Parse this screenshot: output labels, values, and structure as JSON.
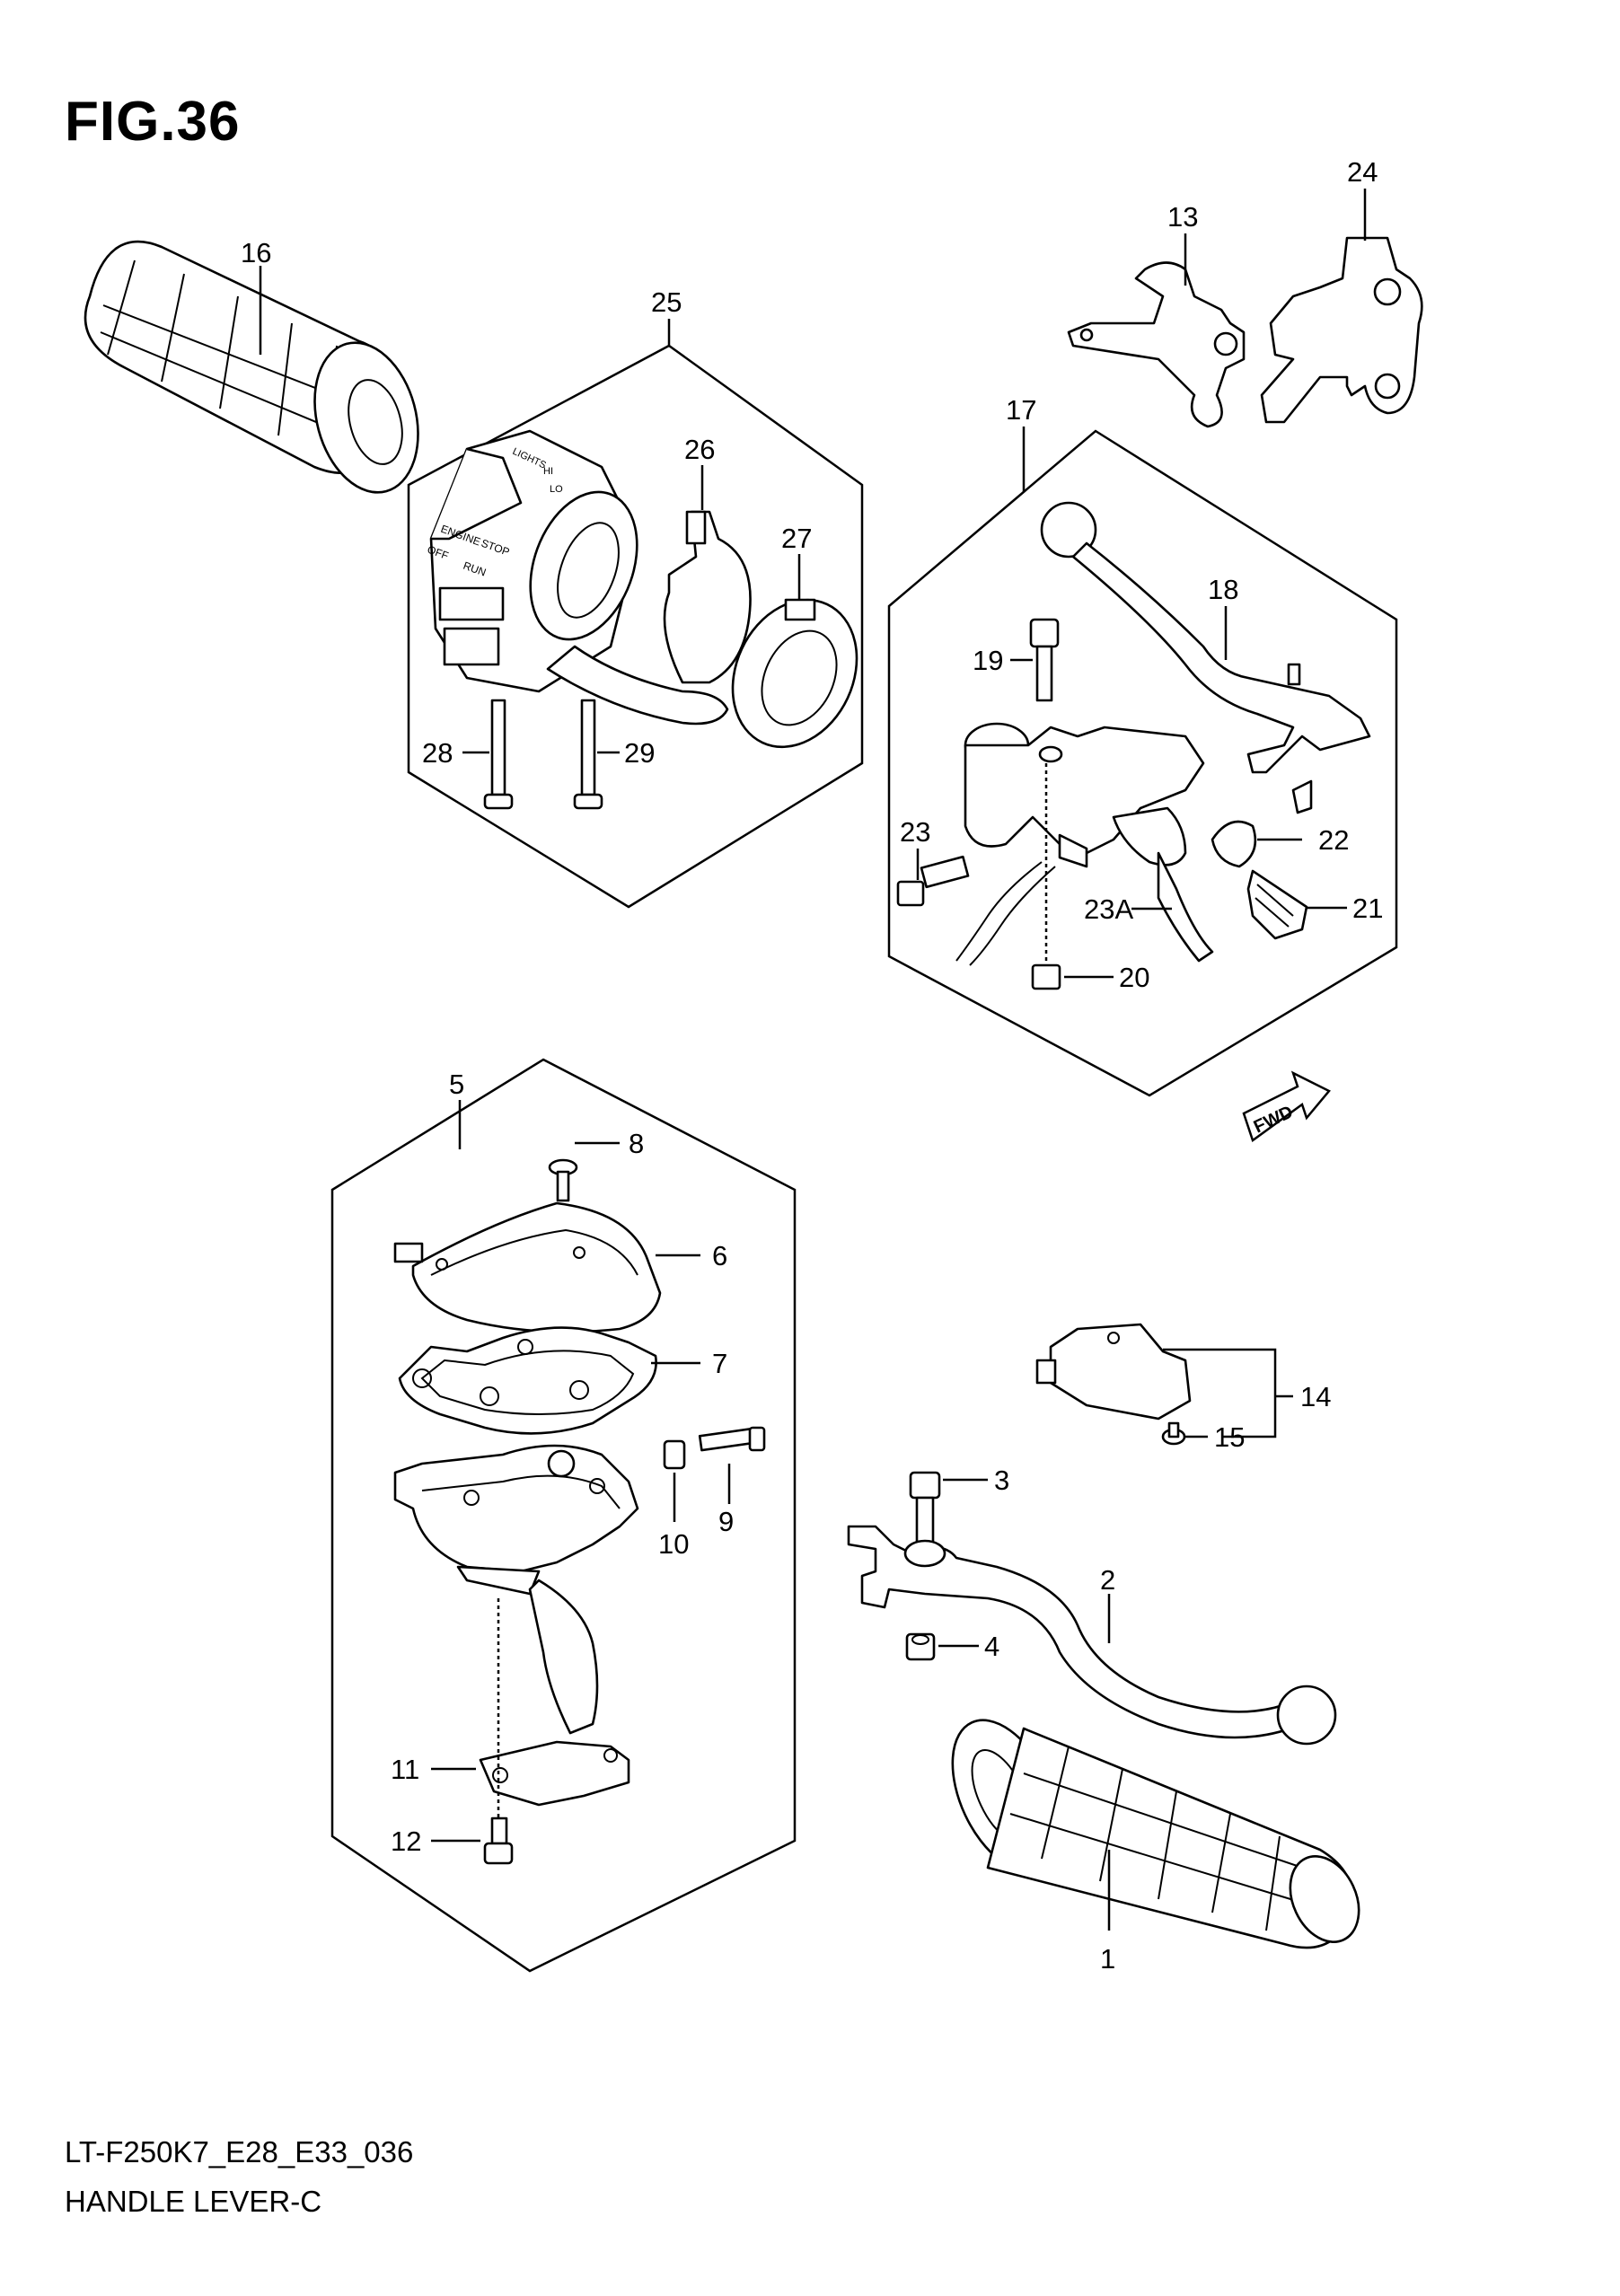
{
  "figure": {
    "title": "FIG.36"
  },
  "footer": {
    "code": "LT-F250K7_E28_E33_036",
    "name": "HANDLE LEVER-C"
  },
  "callouts": {
    "c1": "1",
    "c2": "2",
    "c3": "3",
    "c4": "4",
    "c5": "5",
    "c6": "6",
    "c7": "7",
    "c8": "8",
    "c9": "9",
    "c10": "10",
    "c11": "11",
    "c12": "12",
    "c13": "13",
    "c14": "14",
    "c15": "15",
    "c16": "16",
    "c17": "17",
    "c18": "18",
    "c19": "19",
    "c20": "20",
    "c21": "21",
    "c22": "22",
    "c23": "23",
    "c23a": "23A",
    "c24": "24",
    "c25": "25",
    "c26": "26",
    "c27": "27",
    "c28": "28",
    "c29": "29"
  },
  "switch_text": {
    "engine": "ENGINE",
    "stop": "STOP",
    "off": "OFF",
    "run": "RUN",
    "lights": "LIGHTS",
    "hi": "HI",
    "lo": "LO"
  },
  "direction_arrow": {
    "label": "FWD"
  }
}
